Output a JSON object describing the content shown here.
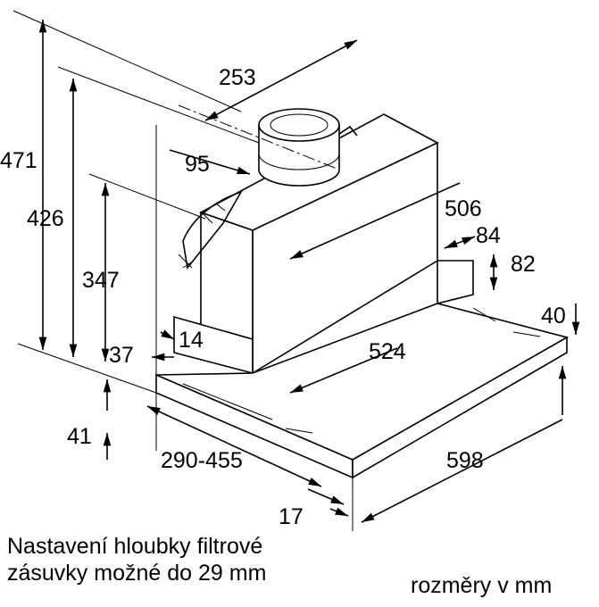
{
  "dimensions": {
    "total_height": "471",
    "duct_depth": "253",
    "duct_offset": "95",
    "height_426": "426",
    "body_width": "506",
    "height_347": "347",
    "depth_84": "84",
    "depth_82": "82",
    "height_40": "40",
    "offset_14": "14",
    "offset_37": "37",
    "width_524": "524",
    "height_41": "41",
    "depth_range": "290-455",
    "total_width": "598",
    "front_17": "17"
  },
  "notes": {
    "filter_line1": "Nastavení hloubky filtrové",
    "filter_line2": "zásuvky možné do 29 mm",
    "units": "rozměry v mm"
  }
}
